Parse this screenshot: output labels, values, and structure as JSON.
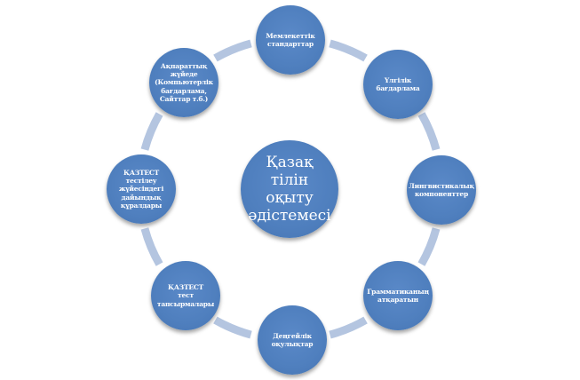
{
  "diagram": {
    "center": "Қазақ\nтілін\nоқыту\nәдістемесі",
    "nodes": [
      "Мемлекеттік\nстандарттар",
      "Үлгілік\nбағдарлама",
      "Лингвистикалық\nкомпоненттер",
      "Грамматиканың\nатқаратын",
      "Деңгейлік\nоқулықтар",
      "ҚАЗТЕСТ\nтест\nтапсырмалары",
      "ҚАЗТЕСТ\nтестілеу\nжүйесіндегі\nдайындық\nқұралдары",
      "Ақпараттық\nжүйеде\n(Компьютерлік\nбағдарлама,\nСайттар т.б.)"
    ],
    "colors": {
      "node": "#4f7fbe",
      "ring": "#b4c5e0",
      "text": "#ffffff"
    }
  }
}
